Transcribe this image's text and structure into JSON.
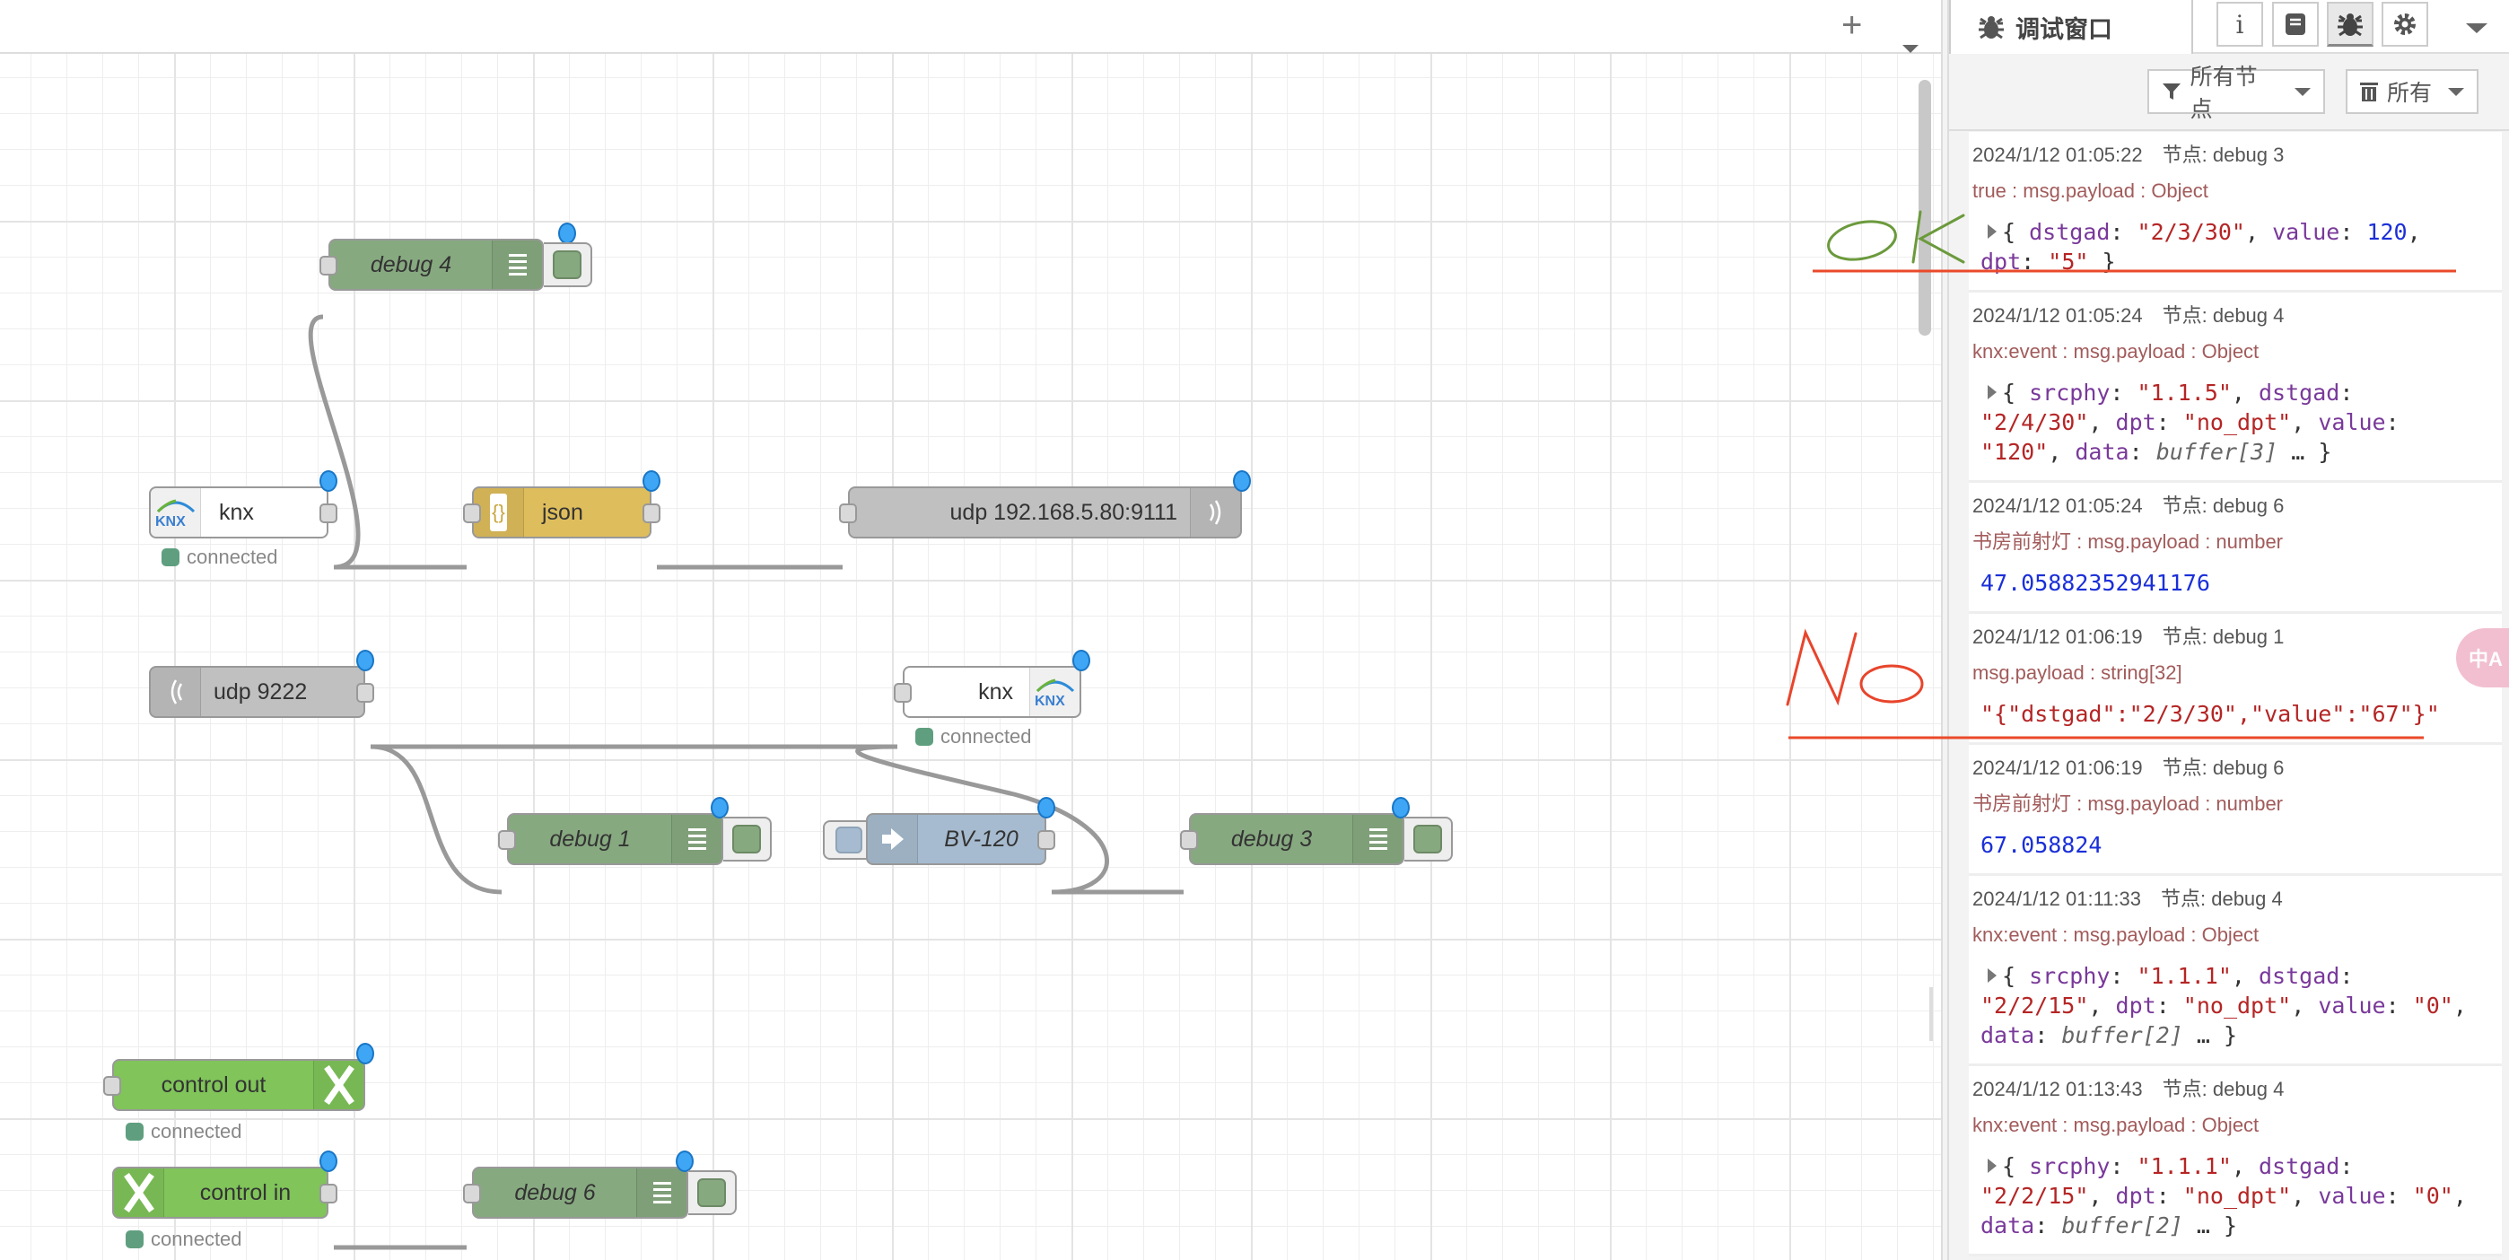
{
  "canvas": {
    "add_label": "+",
    "nodes": {
      "debug4": {
        "label": "debug 4"
      },
      "knx1": {
        "label": "knx",
        "status": "connected",
        "logo": "KNX"
      },
      "json": {
        "label": "json",
        "icon": "{}"
      },
      "udp_out": {
        "label": "udp 192.168.5.80:9111"
      },
      "udp_in": {
        "label": "udp 9222"
      },
      "knx2": {
        "label": "knx",
        "status": "connected",
        "logo": "KNX"
      },
      "debug1": {
        "label": "debug 1"
      },
      "bv120": {
        "label": "BV-120"
      },
      "debug3": {
        "label": "debug 3"
      },
      "control_out": {
        "label": "control out",
        "status": "connected"
      },
      "control_in": {
        "label": "control in",
        "status": "connected"
      },
      "debug6": {
        "label": "debug 6"
      }
    },
    "colors": {
      "debug": "#87a980",
      "json": "#debd5c",
      "udp": "#c0c0c0",
      "inject": "#a6bbcf",
      "control": "#80c45a",
      "knx": "#ffffff"
    }
  },
  "annotations": {
    "ok": "OK",
    "no": "No"
  },
  "sidebar": {
    "tab_label": "调试窗口",
    "info_label": "i",
    "filter_label": "所有节点",
    "clear_label": "所有",
    "translate_label": "中A",
    "messages": [
      {
        "time": "2024/1/12 01:05:22",
        "node": "节点: debug 3",
        "topic": "true : msg.payload : Object",
        "expandable": true,
        "lines": [
          [
            [
              "p",
              "{ "
            ],
            [
              "k",
              "dstgad"
            ],
            [
              "p",
              ": "
            ],
            [
              "s",
              "\"2/3/30\""
            ],
            [
              "p",
              ", "
            ],
            [
              "k",
              "value"
            ],
            [
              "p",
              ": "
            ],
            [
              "n",
              "120"
            ],
            [
              "p",
              ","
            ]
          ],
          [
            [
              "k",
              "dpt"
            ],
            [
              "p",
              ": "
            ],
            [
              "s",
              "\"5\""
            ],
            [
              "p",
              " }"
            ]
          ]
        ]
      },
      {
        "time": "2024/1/12 01:05:24",
        "node": "节点: debug 4",
        "topic": "knx:event : msg.payload : Object",
        "expandable": true,
        "lines": [
          [
            [
              "p",
              "{ "
            ],
            [
              "k",
              "srcphy"
            ],
            [
              "p",
              ": "
            ],
            [
              "s",
              "\"1.1.5\""
            ],
            [
              "p",
              ", "
            ],
            [
              "k",
              "dstgad"
            ],
            [
              "p",
              ":"
            ]
          ],
          [
            [
              "s",
              "\"2/4/30\""
            ],
            [
              "p",
              ", "
            ],
            [
              "k",
              "dpt"
            ],
            [
              "p",
              ": "
            ],
            [
              "s",
              "\"no_dpt\""
            ],
            [
              "p",
              ", "
            ],
            [
              "k",
              "value"
            ],
            [
              "p",
              ":"
            ]
          ],
          [
            [
              "s",
              "\"120\""
            ],
            [
              "p",
              ", "
            ],
            [
              "k",
              "data"
            ],
            [
              "p",
              ": "
            ],
            [
              "i",
              "buffer[3]"
            ],
            [
              "p",
              " … }"
            ]
          ]
        ]
      },
      {
        "time": "2024/1/12 01:05:24",
        "node": "节点: debug 6",
        "topic": "书房前射灯 : msg.payload : number",
        "expandable": false,
        "lines": [
          [
            [
              "n",
              "47.05882352941176"
            ]
          ]
        ]
      },
      {
        "time": "2024/1/12 01:06:19",
        "node": "节点: debug 1",
        "topic": "msg.payload : string[32]",
        "expandable": false,
        "lines": [
          [
            [
              "s",
              "\"{\"dstgad\":\"2/3/30\",\"value\":\"67\"}\""
            ]
          ]
        ]
      },
      {
        "time": "2024/1/12 01:06:19",
        "node": "节点: debug 6",
        "topic": "书房前射灯 : msg.payload : number",
        "expandable": false,
        "lines": [
          [
            [
              "n",
              "67.058824"
            ]
          ]
        ]
      },
      {
        "time": "2024/1/12 01:11:33",
        "node": "节点: debug 4",
        "topic": "knx:event : msg.payload : Object",
        "expandable": true,
        "lines": [
          [
            [
              "p",
              "{ "
            ],
            [
              "k",
              "srcphy"
            ],
            [
              "p",
              ": "
            ],
            [
              "s",
              "\"1.1.1\""
            ],
            [
              "p",
              ", "
            ],
            [
              "k",
              "dstgad"
            ],
            [
              "p",
              ":"
            ]
          ],
          [
            [
              "s",
              "\"2/2/15\""
            ],
            [
              "p",
              ", "
            ],
            [
              "k",
              "dpt"
            ],
            [
              "p",
              ": "
            ],
            [
              "s",
              "\"no_dpt\""
            ],
            [
              "p",
              ", "
            ],
            [
              "k",
              "value"
            ],
            [
              "p",
              ": "
            ],
            [
              "s",
              "\"0\""
            ],
            [
              "p",
              ","
            ]
          ],
          [
            [
              "k",
              "data"
            ],
            [
              "p",
              ": "
            ],
            [
              "i",
              "buffer[2]"
            ],
            [
              "p",
              " … }"
            ]
          ]
        ]
      },
      {
        "time": "2024/1/12 01:13:43",
        "node": "节点: debug 4",
        "topic": "knx:event : msg.payload : Object",
        "expandable": true,
        "lines": [
          [
            [
              "p",
              "{ "
            ],
            [
              "k",
              "srcphy"
            ],
            [
              "p",
              ": "
            ],
            [
              "s",
              "\"1.1.1\""
            ],
            [
              "p",
              ", "
            ],
            [
              "k",
              "dstgad"
            ],
            [
              "p",
              ":"
            ]
          ],
          [
            [
              "s",
              "\"2/2/15\""
            ],
            [
              "p",
              ", "
            ],
            [
              "k",
              "dpt"
            ],
            [
              "p",
              ": "
            ],
            [
              "s",
              "\"no_dpt\""
            ],
            [
              "p",
              ", "
            ],
            [
              "k",
              "value"
            ],
            [
              "p",
              ": "
            ],
            [
              "s",
              "\"0\""
            ],
            [
              "p",
              ","
            ]
          ],
          [
            [
              "k",
              "data"
            ],
            [
              "p",
              ": "
            ],
            [
              "i",
              "buffer[2]"
            ],
            [
              "p",
              " … }"
            ]
          ]
        ]
      }
    ]
  }
}
